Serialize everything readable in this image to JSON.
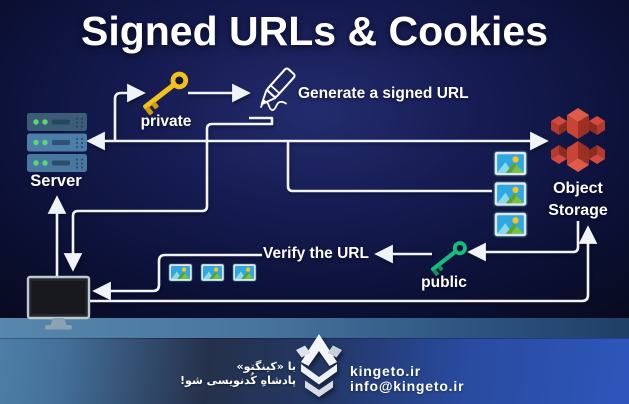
{
  "title": "Signed URLs & Cookies",
  "diagram": {
    "server": {
      "label": "Server"
    },
    "client": {
      "icon": "monitor-icon"
    },
    "private_key": {
      "label": "private",
      "color": "#f2c21a"
    },
    "public_key": {
      "label": "public",
      "color": "#16bd7e"
    },
    "generate_label": "Generate a signed URL",
    "verify_label": "Verify the URL",
    "object_storage": {
      "label_line1": "Object",
      "label_line2": "Storage",
      "color": "#d9524a"
    },
    "icons": {
      "server": "server-stack-icon",
      "client": "monitor-icon",
      "storage": "s3-bucket-icon",
      "sign": "pen-signature-icon",
      "objects": "image-thumbnail-icon",
      "private": "gold-key-icon",
      "public": "green-key-icon"
    },
    "wire_color": "#f0f3f7"
  },
  "footer": {
    "slogan_line1": "با «کینگتو»",
    "slogan_line2": "پادشاهِ کُدنویسی شو!",
    "website": "kingeto.ir",
    "email": "info@kingeto.ir",
    "accent_color": "#2e56bb"
  }
}
